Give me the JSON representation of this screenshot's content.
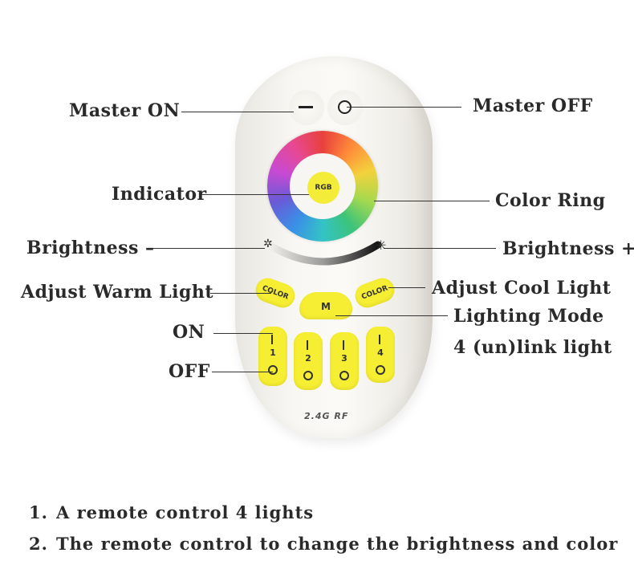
{
  "remote": {
    "rgb_label": "RGB",
    "color_button_label": "COLOR",
    "mode_button_label": "M",
    "group_numbers": [
      "1",
      "2",
      "3",
      "4"
    ],
    "rf_label": "2.4G RF"
  },
  "callouts": {
    "master_on": "Master  ON",
    "master_off": "Master  OFF",
    "indicator": "Indicator",
    "color_ring": "Color  Ring",
    "brightness_minus": "Brightness  –",
    "brightness_plus": "Brightness  +",
    "adjust_warm": "Adjust  Warm  Light",
    "adjust_cool": "Adjust  Cool  Light",
    "lighting_mode": "Lighting  Mode",
    "link_light": "4  (un)link  light",
    "on": "ON",
    "off": "OFF"
  },
  "notes": [
    {
      "num": "1.",
      "text": "A  remote  control  4  lights"
    },
    {
      "num": "2.",
      "text": "The  remote  control  to  change  the  brightness  and  color"
    }
  ],
  "colors": {
    "button_yellow": "#f6ee32",
    "remote_body": "#f8f7f3",
    "text": "#2a2a2a"
  }
}
